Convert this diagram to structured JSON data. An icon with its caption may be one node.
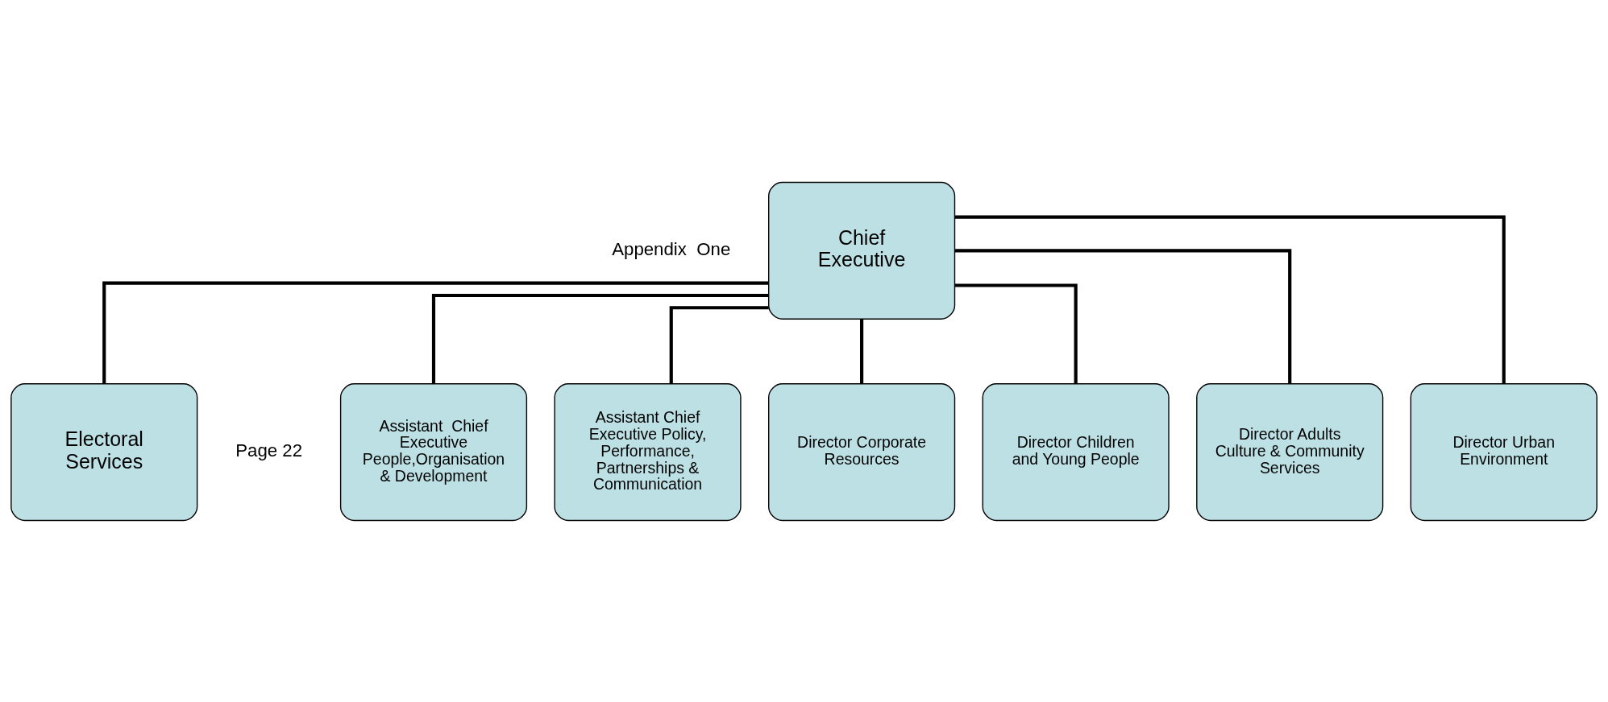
{
  "diagram": {
    "nodes": [
      {
        "text": [
          "Chief Executive"
        ]
      },
      {
        "text": [
          "Electoral Services"
        ]
      },
      {
        "text": [
          "Assistant  Chief Executive People,Organisation & Development"
        ]
      },
      {
        "text": [
          "Assistant Chief Executive Policy, Performance, Partnerships & Communication"
        ]
      },
      {
        "text": [
          "Director Corporate Resources"
        ]
      },
      {
        "text": [
          "Director Children and Young People"
        ]
      },
      {
        "text": [
          "Director Adults Culture & Community Services"
        ]
      },
      {
        "text": [
          "Director Urban Environment"
        ]
      }
    ],
    "edges": [
      {
        "from": 0,
        "to": 1,
        "arrow": "none"
      },
      {
        "from": 0,
        "to": 2,
        "arrow": "none"
      },
      {
        "from": 0,
        "to": 3,
        "arrow": "none"
      },
      {
        "from": 0,
        "to": 4,
        "arrow": "none"
      },
      {
        "from": 0,
        "to": 5,
        "arrow": "none"
      },
      {
        "from": 0,
        "to": 6,
        "arrow": "none"
      },
      {
        "from": 0,
        "to": 7,
        "arrow": "none"
      }
    ],
    "labels": [
      "Appendix  One",
      "Page 22"
    ]
  }
}
